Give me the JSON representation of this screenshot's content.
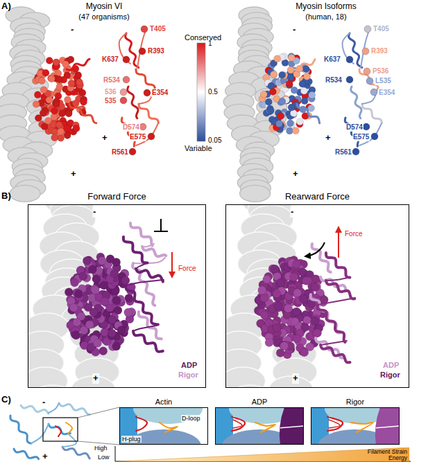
{
  "diagram": {
    "nodes": [
      {
        "text": [
          "Forward Force",
          "-",
          "Force",
          "+",
          "ADP",
          "Rigor"
        ]
      },
      {
        "text": [
          "Rearward Force",
          "-",
          "Force",
          "+",
          "ADP",
          "Rigor"
        ]
      },
      {
        "text": [
          "Actin",
          "H-plug",
          "D-loop"
        ]
      },
      {
        "text": [
          "ADP"
        ]
      },
      {
        "text": [
          "Rigor"
        ]
      },
      {
        "text": [
          "Filament Strain Energy"
        ]
      }
    ],
    "labels": [
      "A)",
      "Myosin VI",
      "(47 organisms)",
      "-",
      "+",
      "T405",
      "R393",
      "K637",
      "E354",
      "R534",
      "536",
      "535",
      "D574",
      "E575",
      "R561",
      "+",
      "Conserved",
      "1",
      "0.5",
      "0.05",
      "Variable",
      "Myosin Isoforms",
      "(human, 18)",
      "-",
      "+",
      "T405",
      "R393",
      "K637",
      "E354",
      "R534",
      "P536",
      "L535",
      "D574",
      "E575",
      "R561",
      "+",
      "B)",
      "C)",
      "-",
      "+",
      "High",
      "Low"
    ]
  }
}
